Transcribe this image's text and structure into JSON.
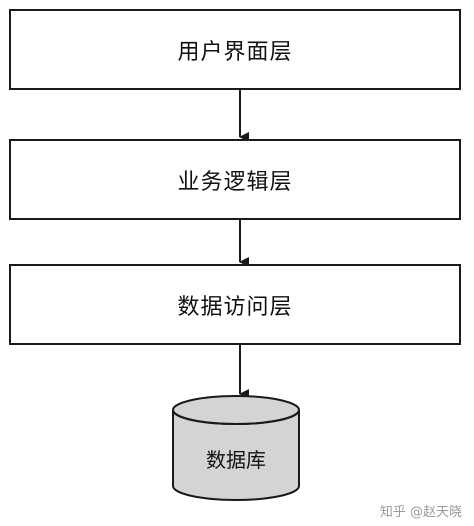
{
  "diagram": {
    "layers": {
      "ui": "用户界面层",
      "business": "业务逻辑层",
      "data_access": "数据访问层"
    },
    "database": "数据库"
  },
  "watermark": "知乎 @赵天晓",
  "colors": {
    "stroke": "#1a1a1a",
    "db_fill": "#d4d4d4",
    "background": "#ffffff"
  }
}
